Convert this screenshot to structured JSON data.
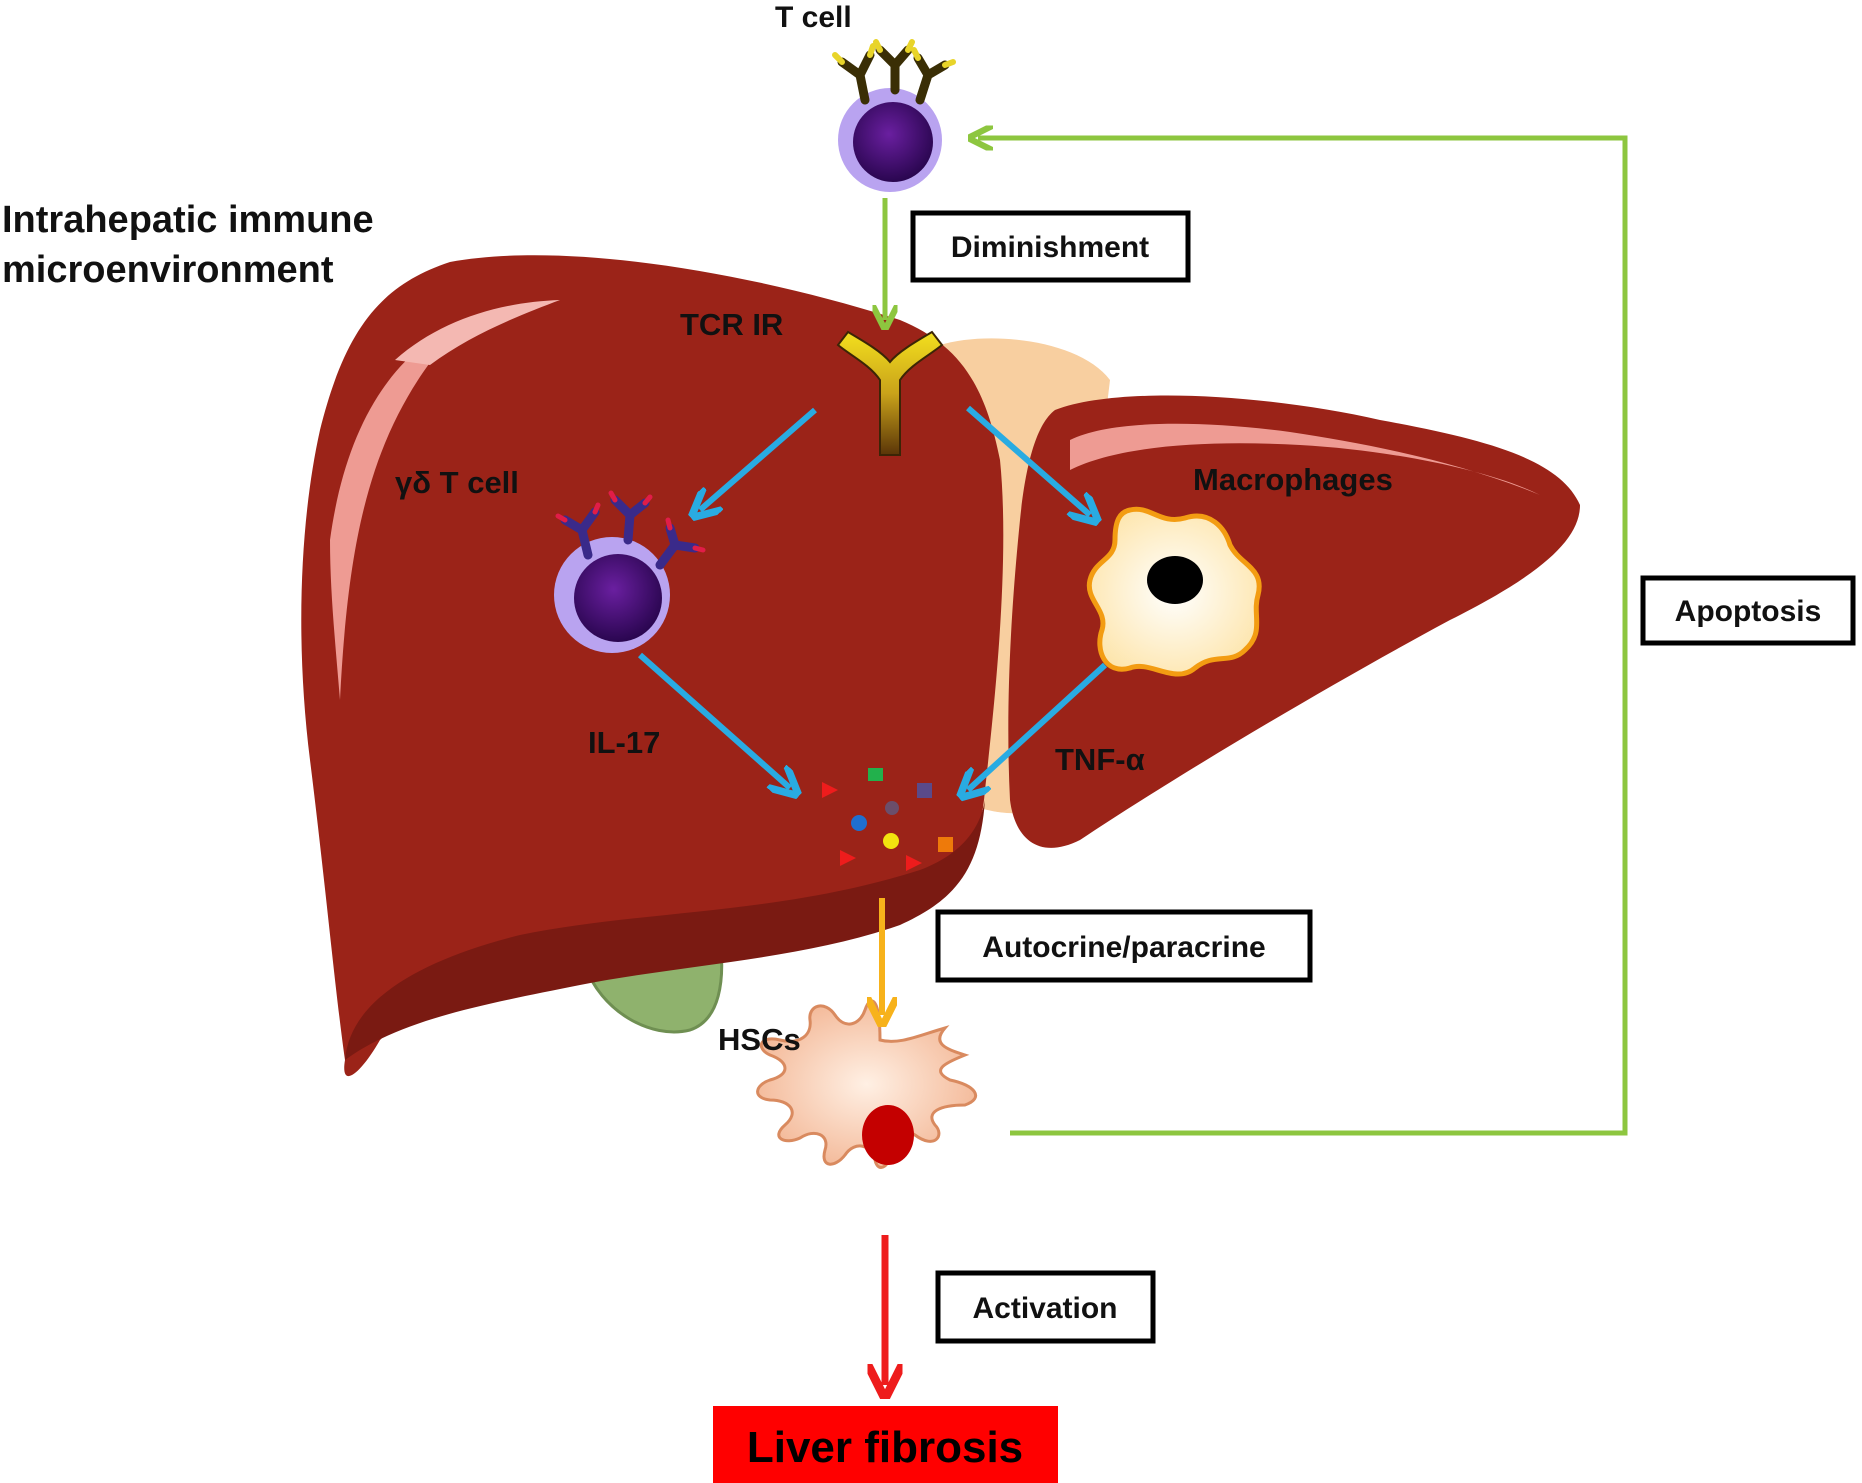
{
  "labels": {
    "t_cell": "T cell",
    "title_line1": "Intrahepatic immune",
    "title_line2": "microenvironment",
    "tcr_ir": "TCR IR",
    "gd_t_cell": "γδ  T cell",
    "macrophages": "Macrophages",
    "il17": "IL-17",
    "tnf": "TNF-α",
    "hscs": "HSCs"
  },
  "boxes": {
    "diminishment": "Diminishment",
    "autocrine": "Autocrine/paracrine",
    "activation": "Activation",
    "apoptosis": "Apoptosis",
    "liver_fibrosis": "Liver fibrosis"
  },
  "colors": {
    "liver": "#9b2318",
    "liver_dark": "#7a1a12",
    "liver_highlight": "#ee9b93",
    "arrow_green": "#8dc63f",
    "arrow_blue": "#29abe2",
    "arrow_orange": "#f7b21b",
    "arrow_red": "#ee1c1c",
    "fibrosis_box": "#ff0000",
    "gallbladder": "#8fb26d",
    "ligament": "#f8cfa0",
    "cell_purple": "#3b0a6b",
    "hsc_fill": "#f6c7a8",
    "hsc_nucleus": "#c40000"
  }
}
